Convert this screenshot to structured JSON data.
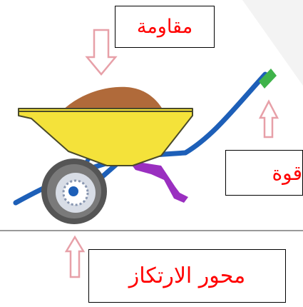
{
  "labels": {
    "resistance": "مقاومة",
    "force": "قوة",
    "fulcrum": "محور الارتكاز"
  },
  "colors": {
    "label_text": "#ff0000",
    "tray": "#f4e23a",
    "load": "#b06a3a",
    "frame": "#1d5fb8",
    "legs": "#9a2fc0",
    "handle_grip": "#3fb34a",
    "tyre": "#555555",
    "ground": "#9a9a9a",
    "arrow_outline": "#e7a0a8"
  }
}
